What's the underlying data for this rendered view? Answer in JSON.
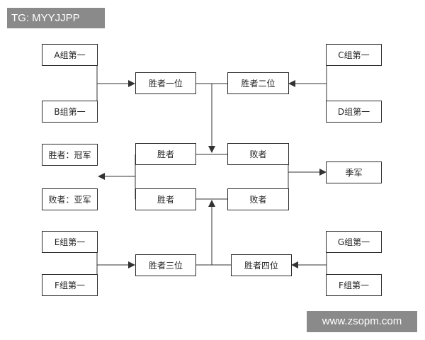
{
  "watermark": {
    "top_left": "TG: MYYJJPP",
    "bottom_right": "www.zsopm.com"
  },
  "nodes": {
    "a1": "A组第一",
    "b1": "B组第一",
    "c1": "C组第一",
    "d1": "D组第一",
    "e1": "E组第一",
    "f1": "F组第一",
    "g1": "G组第一",
    "f1_right": "F组第一",
    "winner1": "胜者一位",
    "winner2": "胜者二位",
    "winner3": "胜者三位",
    "winner4": "胜者四位",
    "winner_top": "胜者",
    "winner_bottom": "胜者",
    "loser_top": "败者",
    "loser_bottom": "败者",
    "champion": "胜者：冠军",
    "runner_up": "败者：亚军",
    "third": "季军"
  }
}
